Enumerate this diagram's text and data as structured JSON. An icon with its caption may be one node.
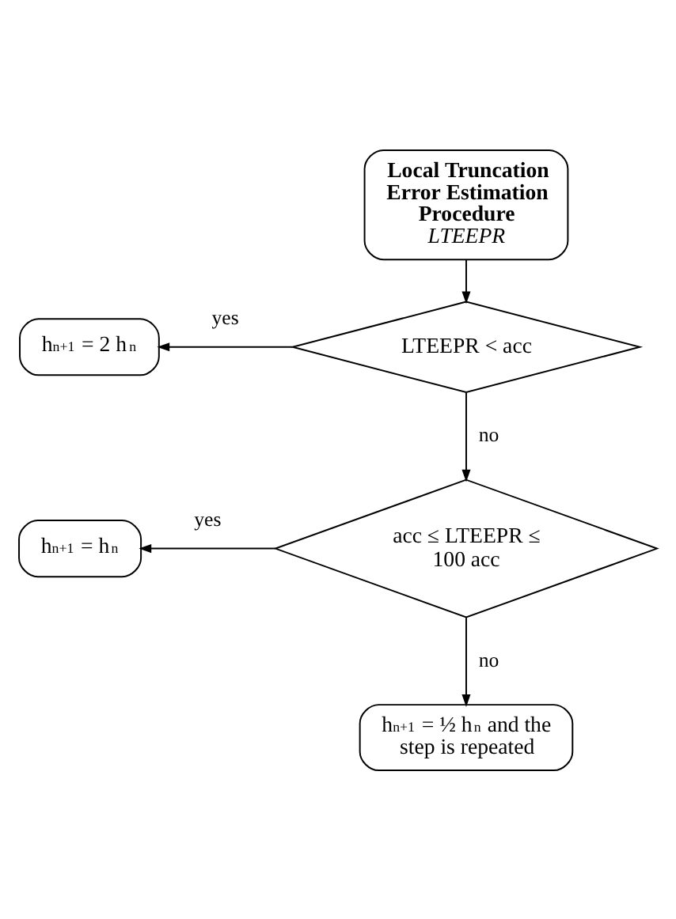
{
  "diagram": {
    "nodes": [
      {
        "text": [
          "Local Truncation Error Estimation Procedure",
          "LTEEPR"
        ]
      },
      {
        "text": [
          "LTEEPR < acc"
        ]
      },
      {
        "text": [
          "h$_{n+1}$ = 2 h$_{n}$"
        ]
      },
      {
        "text": [
          "acc ≤ LTEEPR ≤ 100 acc"
        ]
      },
      {
        "text": [
          "h$_{n+1}$ = h$_{n}$"
        ]
      },
      {
        "text": [
          "h$_{n+1}$ = ½ h$_{n}$ and the step is repeated"
        ]
      }
    ],
    "edges": [
      {
        "from": 0,
        "to": 1,
        "arrow": "to"
      },
      {
        "from": 1,
        "to": 2,
        "arrow": "to",
        "label": "yes"
      },
      {
        "from": 1,
        "to": 3,
        "arrow": "to",
        "label": "no"
      },
      {
        "from": 3,
        "to": 4,
        "arrow": "to",
        "label": "yes"
      },
      {
        "from": 3,
        "to": 5,
        "arrow": "to",
        "label": "no"
      }
    ]
  }
}
